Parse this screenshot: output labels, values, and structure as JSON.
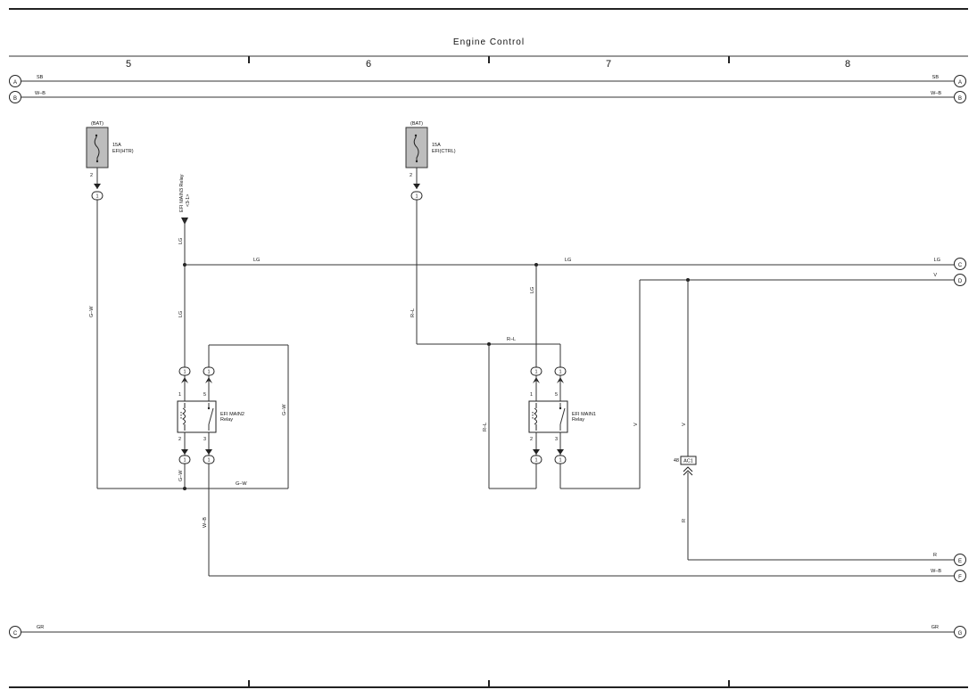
{
  "title": "Engine Control",
  "columns": [
    "5",
    "6",
    "7",
    "8"
  ],
  "connectors": {
    "A": "A",
    "B": "B",
    "C": "C",
    "D": "D",
    "E": "E",
    "F": "F",
    "G": "G"
  },
  "wire_labels": {
    "sb": "SB",
    "wb": "W–B",
    "lg": "LG",
    "v": "V",
    "r": "R",
    "gr": "GR",
    "gw": "G–W",
    "rl": "R–L"
  },
  "fuses": [
    {
      "source": "(BAT)",
      "rating": "15A",
      "name": "EFI(HTR)",
      "pin": "2",
      "conn": "1"
    },
    {
      "source": "(BAT)",
      "rating": "15A",
      "name": "EFI(CTRL)",
      "pin": "2",
      "conn": "1"
    }
  ],
  "efi_main3_ref": {
    "line1": "EFI MAIN3 Relay",
    "line2": "<3-1>"
  },
  "relays": [
    {
      "name": "EFI MAIN2",
      "type": "Relay",
      "pins": [
        "1",
        "5",
        "2",
        "3"
      ],
      "conn": "1"
    },
    {
      "name": "EFI MAIN1",
      "type": "Relay",
      "pins": [
        "1",
        "5",
        "2",
        "3"
      ],
      "conn": "1"
    }
  ],
  "ecm_connector": {
    "pin": "48",
    "name": "AC1"
  }
}
